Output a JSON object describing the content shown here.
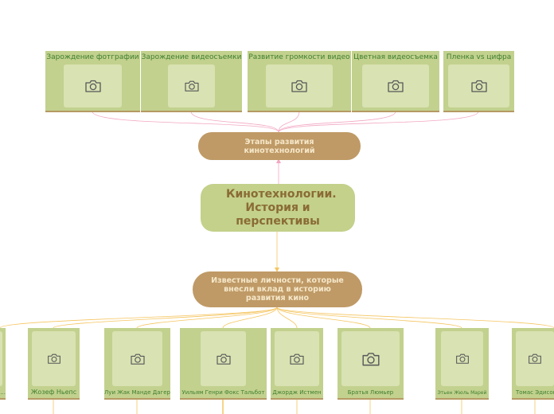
{
  "central": {
    "title": "Кинотехнологии. История и перспективы"
  },
  "stages": {
    "title": "Этапы развития кинотехнологий",
    "items": [
      {
        "label": "Зарождение фотграфии",
        "icon": "camera-icon"
      },
      {
        "label": "Зарождение видеосъемки",
        "icon": "camera-icon"
      },
      {
        "label": "Развитие громкости видео",
        "icon": "camera-icon"
      },
      {
        "label": "Цветная видеосъемка",
        "icon": "camera-icon"
      },
      {
        "label": "Пленка vs цифра",
        "icon": "camera-icon"
      }
    ]
  },
  "people": {
    "title": "Известные личности, которые внесли вклад в историю развития кино",
    "items": [
      {
        "label": "...",
        "icon": "camera-icon"
      },
      {
        "label": "Жозеф Ньепс",
        "icon": "camera-icon"
      },
      {
        "label": "Луи Жак Манде Дагер",
        "icon": "camera-icon"
      },
      {
        "label": "Уильям Генри Фокс Тальбот",
        "icon": "camera-icon"
      },
      {
        "label": "Джордж Истмен",
        "icon": "camera-icon"
      },
      {
        "label": "Братья Люмьер",
        "icon": "camera-icon"
      },
      {
        "label": "Этьен Жюль Марей",
        "icon": "camera-icon"
      },
      {
        "label": "Томас Эдисон",
        "icon": "camera-icon"
      }
    ]
  },
  "colors": {
    "card": "#c2d18e",
    "photo": "#d9e2b2",
    "label": "#3f7f2f",
    "brown_node": "#bf9a66",
    "link_top": "#f2a7c3",
    "link_bottom": "#f5c560"
  }
}
